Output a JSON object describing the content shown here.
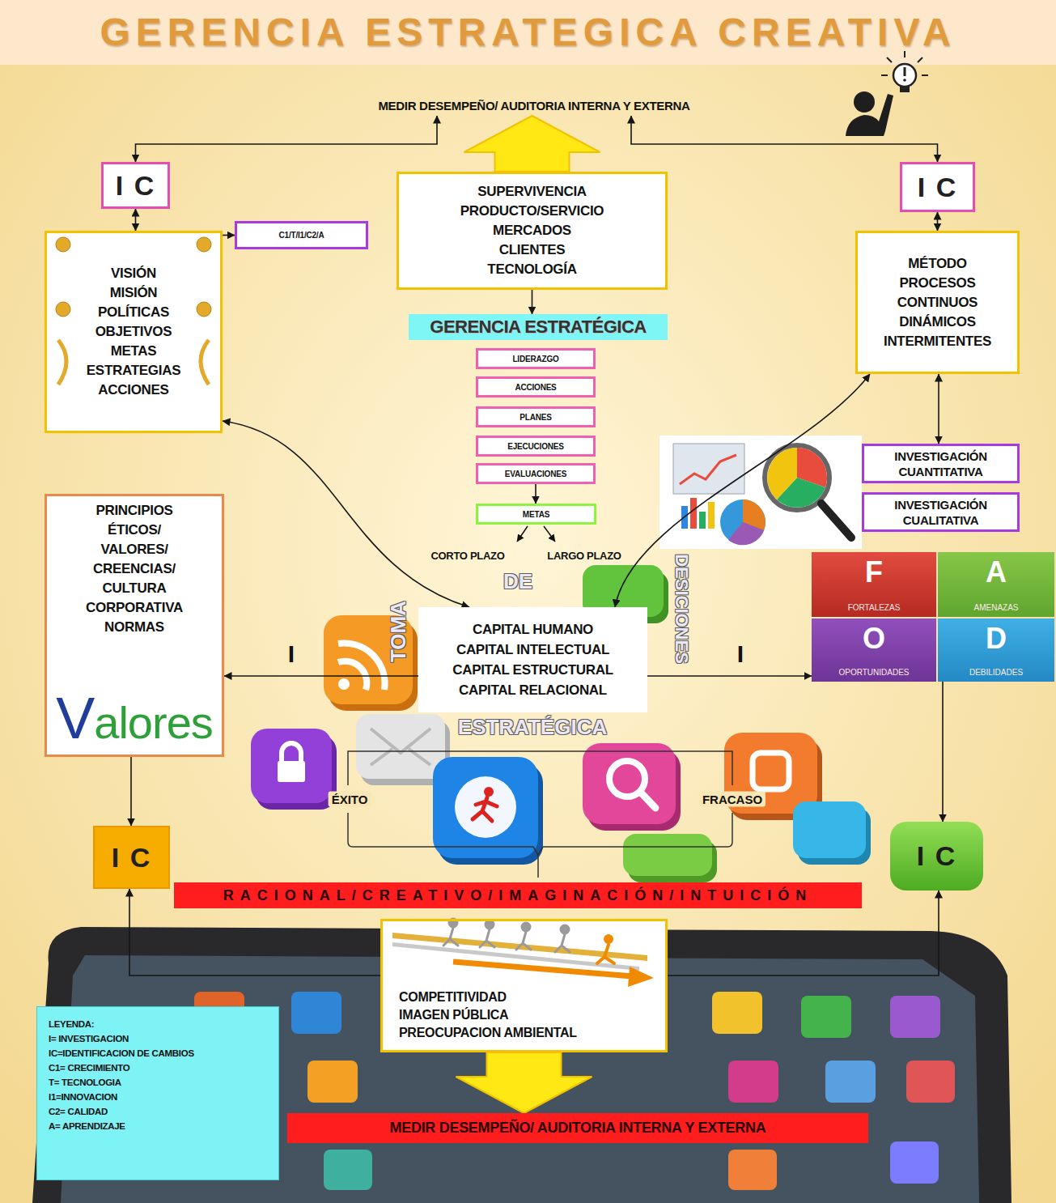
{
  "diagram": {
    "title": "GERENCIA ESTRATEGICA CREATIVA",
    "nodes": [
      {
        "text": [
          "MEDIR DESEMPEÑO/ AUDITORIA INTERNA Y EXTERNA"
        ]
      },
      {
        "text": [
          "I C"
        ]
      },
      {
        "text": [
          "SUPERVIVENCIA",
          "PRODUCTO/SERVICIO",
          "MERCADOS",
          "CLIENTES",
          "TECNOLOGÍA"
        ]
      },
      {
        "text": [
          "I C"
        ]
      },
      {
        "text": [
          "C1/T/I1/C2/A"
        ]
      },
      {
        "text": [
          "VISIÓN",
          "MISIÓN",
          "POLÍTICAS",
          "OBJETIVOS",
          "METAS",
          "ESTRATEGIAS",
          "ACCIONES"
        ]
      },
      {
        "text": [
          "MÉTODO",
          "PROCESOS",
          "CONTINUOS",
          "DINÁMICOS",
          "INTERMITENTES"
        ]
      },
      {
        "text": [
          "GERENCIA ESTRATÉGICA"
        ]
      },
      {
        "text": [
          "LIDERAZGO"
        ]
      },
      {
        "text": [
          "ACCIONES"
        ]
      },
      {
        "text": [
          "PLANES"
        ]
      },
      {
        "text": [
          "EJECUCIONES"
        ]
      },
      {
        "text": [
          "EVALUACIONES"
        ]
      },
      {
        "text": [
          "INVESTIGACIÓN CUANTITATIVA"
        ]
      },
      {
        "text": [
          "INVESTIGACIÓN CUALITATIVA"
        ]
      },
      {
        "text": [
          "PRINCIPIOS ÉTICOS/",
          "VALORES/",
          "CREENCIAS/",
          "CULTURA CORPORATIVA",
          "NORMAS",
          "Valores"
        ]
      },
      {
        "text": [
          "METAS"
        ]
      },
      {
        "text": [
          "F",
          "FORTALEZAS"
        ]
      },
      {
        "text": [
          "A",
          "AMENAZAS"
        ]
      },
      {
        "text": [
          "CAPITAL HUMANO",
          "CAPITAL INTELECTUAL",
          "CAPITAL ESTRUCTURAL",
          "CAPITAL RELACIONAL"
        ]
      },
      {
        "text": [
          "O",
          "OPORTUNIDADES"
        ]
      },
      {
        "text": [
          "D",
          "DEBILIDADES"
        ]
      },
      {
        "text": [
          "I C"
        ]
      },
      {
        "text": [
          "I C"
        ]
      },
      {
        "text": [
          "RACIONAL/CREATIVO/IMAGINACIÓN/INTUICIÓN"
        ]
      },
      {
        "text": [
          "COMPETITIVIDAD",
          "IMAGEN PÚBLICA",
          "PREOCUPACION AMBIENTAL"
        ]
      },
      {
        "text": [
          "MEDIR DESEMPEÑO/ AUDITORIA INTERNA Y EXTERNA"
        ]
      }
    ],
    "edges": [
      {
        "from": 1,
        "to": 0,
        "arrow": "both"
      },
      {
        "from": 3,
        "to": 0,
        "arrow": "both"
      },
      {
        "from": 1,
        "to": 5,
        "arrow": "both"
      },
      {
        "from": 5,
        "to": 4,
        "arrow": "to"
      },
      {
        "from": 2,
        "to": 0,
        "arrow": "to"
      },
      {
        "from": 2,
        "to": 7,
        "arrow": "to"
      },
      {
        "from": 3,
        "to": 6,
        "arrow": "both"
      },
      {
        "from": 6,
        "to": 13,
        "arrow": "both"
      },
      {
        "from": 12,
        "to": 16,
        "arrow": "to"
      },
      {
        "from": 5,
        "to": 19,
        "arrow": "both"
      },
      {
        "from": 6,
        "to": 19,
        "arrow": "both"
      },
      {
        "from": 19,
        "to": 15,
        "label": "I",
        "arrow": "to"
      },
      {
        "from": 19,
        "to": 20,
        "label": "I",
        "arrow": "to"
      },
      {
        "from": 21,
        "to": 23,
        "arrow": "to"
      },
      {
        "from": 15,
        "to": 22,
        "arrow": "to"
      },
      {
        "from": 25,
        "to": 22,
        "arrow": "to"
      },
      {
        "from": 25,
        "to": 23,
        "arrow": "to"
      },
      {
        "from": 25,
        "to": 26,
        "arrow": "to"
      }
    ],
    "labels": [
      "CORTO PLAZO",
      "LARGO PLAZO",
      "DE",
      "TOMA",
      "DESICIONES",
      "ESTRATÉGICA",
      "ÉXITO",
      "FRACASO",
      "LEYENDA:"
    ],
    "legend": [
      {
        "text": "I= INVESTIGACION"
      },
      {
        "text": "IC=IDENTIFICACION DE CAMBIOS"
      },
      {
        "text": "C1= CRECIMIENTO"
      },
      {
        "text": "T= TECNOLOGIA"
      },
      {
        "text": "I1=INNOVACION"
      },
      {
        "text": "C2= CALIDAD"
      },
      {
        "text": "A= APRENDIZAJE"
      }
    ]
  }
}
